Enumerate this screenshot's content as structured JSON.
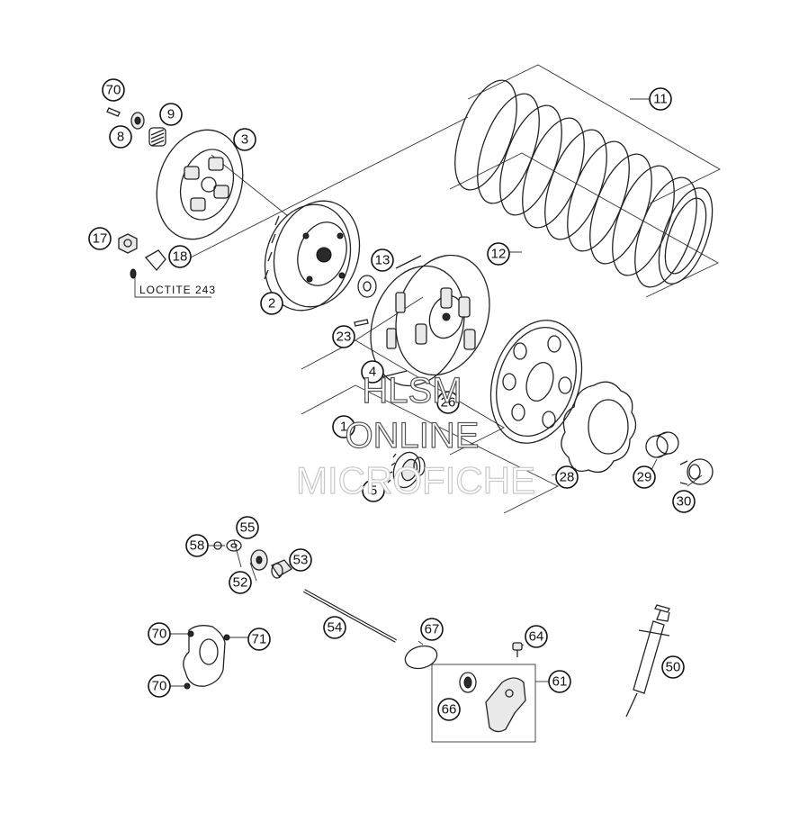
{
  "diagram": {
    "note_label": "LOCTITE 243",
    "watermark": {
      "line1": "HLSM",
      "line2": "ONLINE",
      "line3": "MICROFICHE"
    },
    "callouts": [
      "70",
      "8",
      "9",
      "3",
      "17",
      "18",
      "2",
      "13",
      "23",
      "4",
      "26",
      "1",
      "5",
      "28",
      "29",
      "30",
      "11",
      "12",
      "58",
      "55",
      "52",
      "53",
      "54",
      "67",
      "64",
      "61",
      "66",
      "70",
      "71",
      "70",
      "50"
    ]
  }
}
